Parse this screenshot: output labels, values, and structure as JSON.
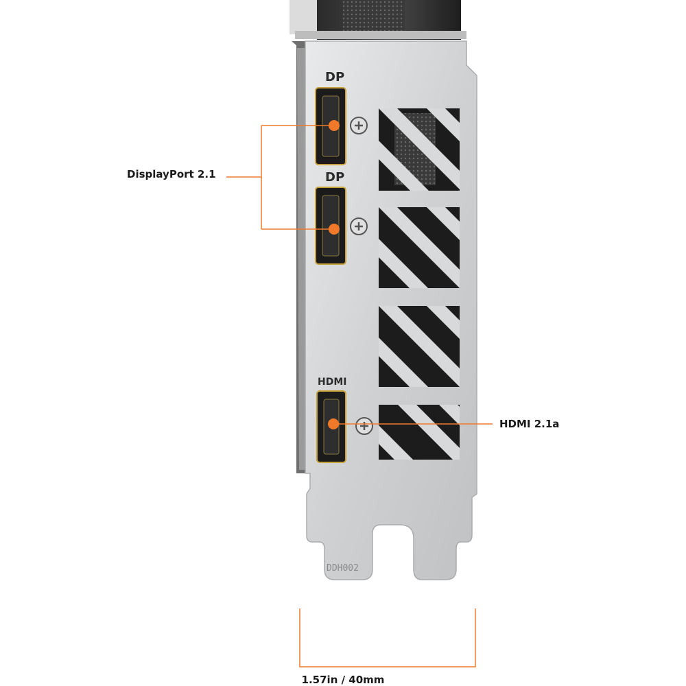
{
  "callouts": {
    "displayport": "DisplayPort 2.1",
    "hdmi": "HDMI 2.1a",
    "width": "1.57in / 40mm"
  },
  "bracket_markings": {
    "dp_top": "DP",
    "dp_bottom": "DP",
    "hdmi": "HDMI",
    "part_code": "DDH002"
  },
  "colors": {
    "accent": "#f07a2a",
    "bracket": "#cfd1d3",
    "port": "#1b1b1b",
    "text": "#1a1a1a"
  }
}
